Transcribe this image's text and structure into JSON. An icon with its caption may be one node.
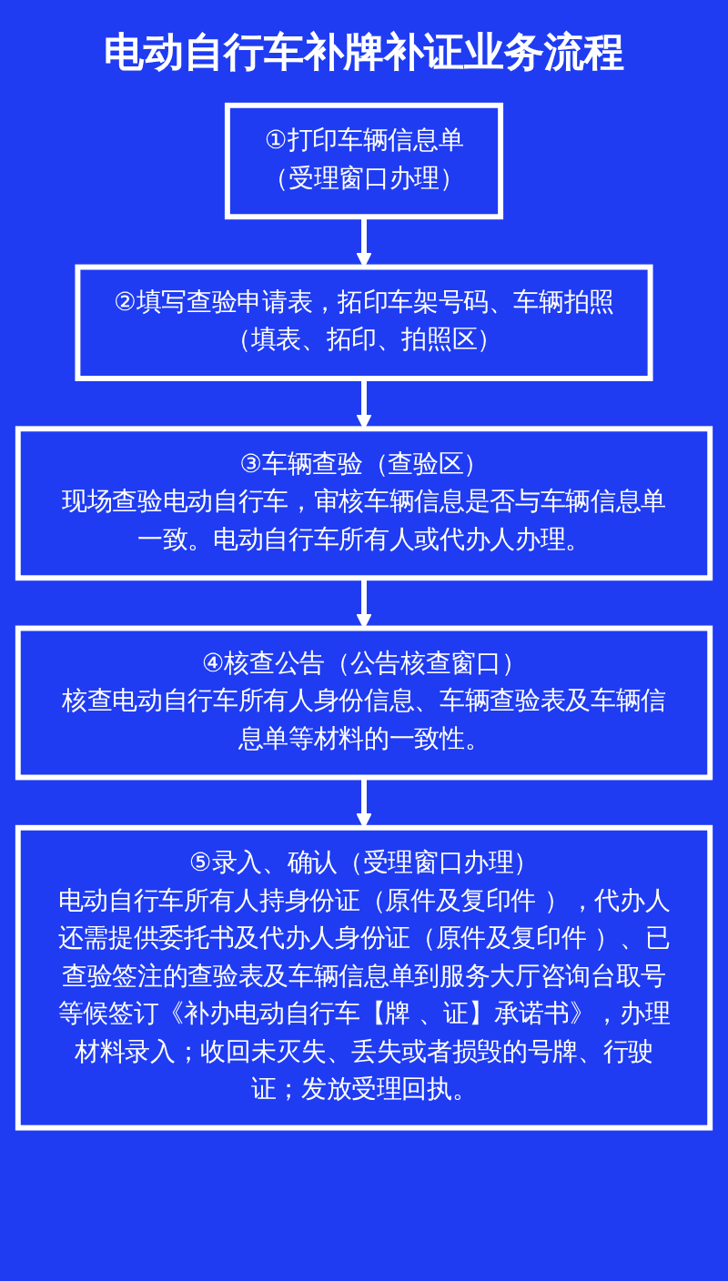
{
  "diagram": {
    "title": "电动自行车补牌补证业务流程",
    "nodes": [
      {
        "text": [
          "①打印车辆信息单",
          "（受理窗口办理）"
        ]
      },
      {
        "text": [
          "②填写查验申请表，拓印车架号码、车辆拍照",
          "（填表、拓印、拍照区）"
        ]
      },
      {
        "text": [
          "③车辆查验（查验区）",
          "现场查验电动自行车，审核车辆信息是否与车辆信息单一致。电动自行车所有人或代办人办理。"
        ]
      },
      {
        "text": [
          "④核查公告（公告核查窗口）",
          "核查电动自行车所有人身份信息、车辆查验表及车辆信息单等材料的一致性。"
        ]
      },
      {
        "text": [
          "⑤录入、确认（受理窗口办理）",
          "电动自行车所有人持身份证（原件及复印件 ），代办人还需提供委托书及代办人身份证（原件及复印件 ）、已查验签注的查验表及车辆信息单到服务大厅咨询台取号等候签订《补办电动自行车【牌 、证】承诺书》，办理材料录入；收回未灭失、丢失或者损毁的号牌、行驶证；发放受理回执。"
        ]
      }
    ],
    "edges": [
      {
        "from": 0,
        "to": 1,
        "arrow": "to"
      },
      {
        "from": 1,
        "to": 2,
        "arrow": "to"
      },
      {
        "from": 2,
        "to": 3,
        "arrow": "to"
      },
      {
        "from": 3,
        "to": 4,
        "arrow": "to"
      }
    ]
  }
}
